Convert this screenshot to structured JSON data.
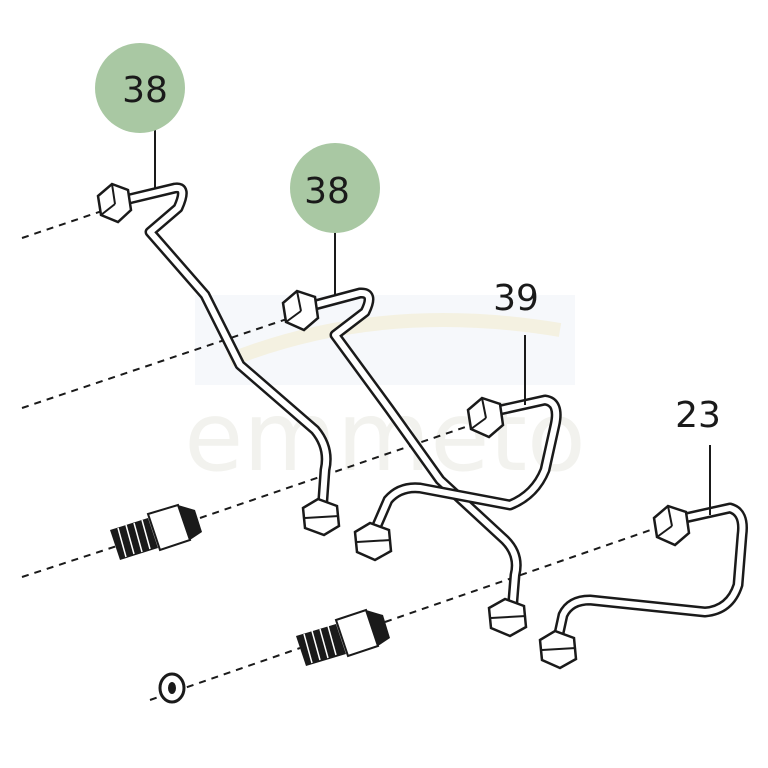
{
  "diagram": {
    "callouts": [
      {
        "id": "c1",
        "label": "38",
        "highlighted": true
      },
      {
        "id": "c2",
        "label": "38",
        "highlighted": true
      },
      {
        "id": "c3",
        "label": "39",
        "highlighted": false
      },
      {
        "id": "c4",
        "label": "23",
        "highlighted": false
      }
    ],
    "watermark": "emmeto",
    "colors": {
      "highlight_circle": "#a9c8a3",
      "line": "#1a1a1a",
      "watermark_band": "#f1f4ea"
    }
  }
}
